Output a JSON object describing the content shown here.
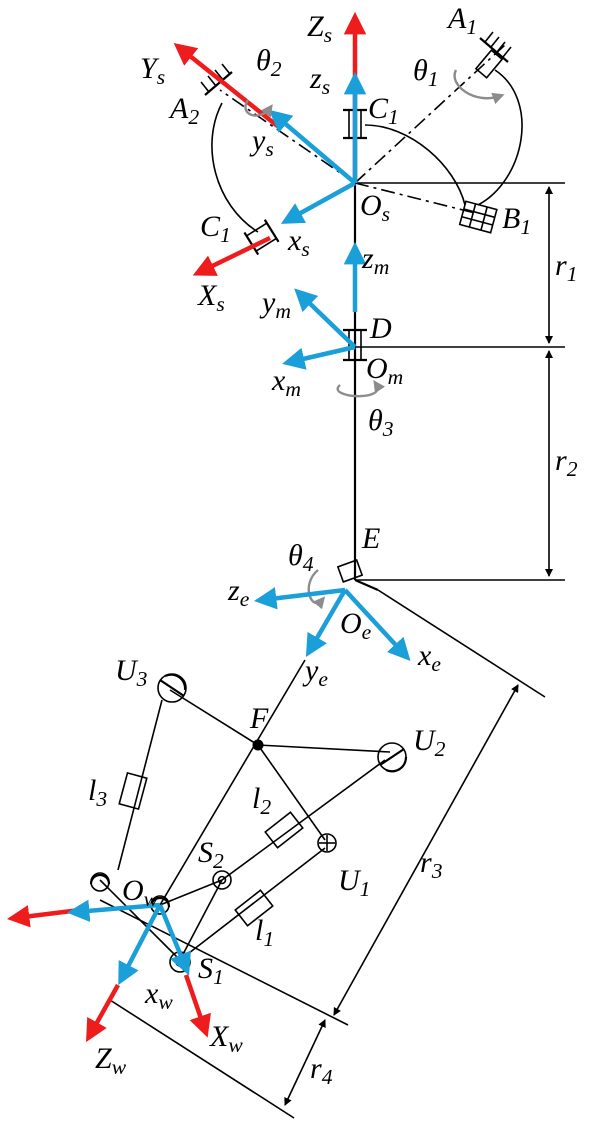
{
  "colors": {
    "axis_blue": "#1a9fd9",
    "axis_red": "#ee1c1c",
    "rotation_gray": "#8c8c8c",
    "line_black": "#000000"
  },
  "labels": {
    "Zs": {
      "main": "Z",
      "sub": "s"
    },
    "Ys": {
      "main": "Y",
      "sub": "s"
    },
    "Xs": {
      "main": "X",
      "sub": "s"
    },
    "zs": {
      "main": "z",
      "sub": "s"
    },
    "ys": {
      "main": "y",
      "sub": "s"
    },
    "xs": {
      "main": "x",
      "sub": "s"
    },
    "Os": {
      "main": "O",
      "sub": "s"
    },
    "theta1": {
      "main": "θ",
      "sub": "1"
    },
    "theta2": {
      "main": "θ",
      "sub": "2"
    },
    "theta3": {
      "main": "θ",
      "sub": "3"
    },
    "theta4": {
      "main": "θ",
      "sub": "4"
    },
    "A1": {
      "main": "A",
      "sub": "1"
    },
    "A2": {
      "main": "A",
      "sub": "2"
    },
    "B1": {
      "main": "B",
      "sub": "1"
    },
    "C1_top": {
      "main": "C",
      "sub": "1"
    },
    "C1_left": {
      "main": "C",
      "sub": "1"
    },
    "r1": {
      "main": "r",
      "sub": "1"
    },
    "r2": {
      "main": "r",
      "sub": "2"
    },
    "r3": {
      "main": "r",
      "sub": "3"
    },
    "r4": {
      "main": "r",
      "sub": "4"
    },
    "zm": {
      "main": "z",
      "sub": "m"
    },
    "ym": {
      "main": "y",
      "sub": "m"
    },
    "xm": {
      "main": "x",
      "sub": "m"
    },
    "Om": {
      "main": "O",
      "sub": "m"
    },
    "D": {
      "main": "D",
      "sub": ""
    },
    "E": {
      "main": "E",
      "sub": ""
    },
    "ze": {
      "main": "z",
      "sub": "e"
    },
    "ye": {
      "main": "y",
      "sub": "e"
    },
    "xe": {
      "main": "x",
      "sub": "e"
    },
    "Oe": {
      "main": "O",
      "sub": "e"
    },
    "F": {
      "main": "F",
      "sub": ""
    },
    "U1": {
      "main": "U",
      "sub": "1"
    },
    "U2": {
      "main": "U",
      "sub": "2"
    },
    "U3": {
      "main": "U",
      "sub": "3"
    },
    "l1": {
      "main": "l",
      "sub": "1"
    },
    "l2": {
      "main": "l",
      "sub": "2"
    },
    "l3": {
      "main": "l",
      "sub": "3"
    },
    "S1": {
      "main": "S",
      "sub": "1"
    },
    "S2": {
      "main": "S",
      "sub": "2"
    },
    "Ow": {
      "main": "O",
      "sub": "w"
    },
    "xw": {
      "main": "x",
      "sub": "w"
    },
    "Xw": {
      "main": "X",
      "sub": "w"
    },
    "Zw": {
      "main": "Z",
      "sub": "w"
    }
  }
}
